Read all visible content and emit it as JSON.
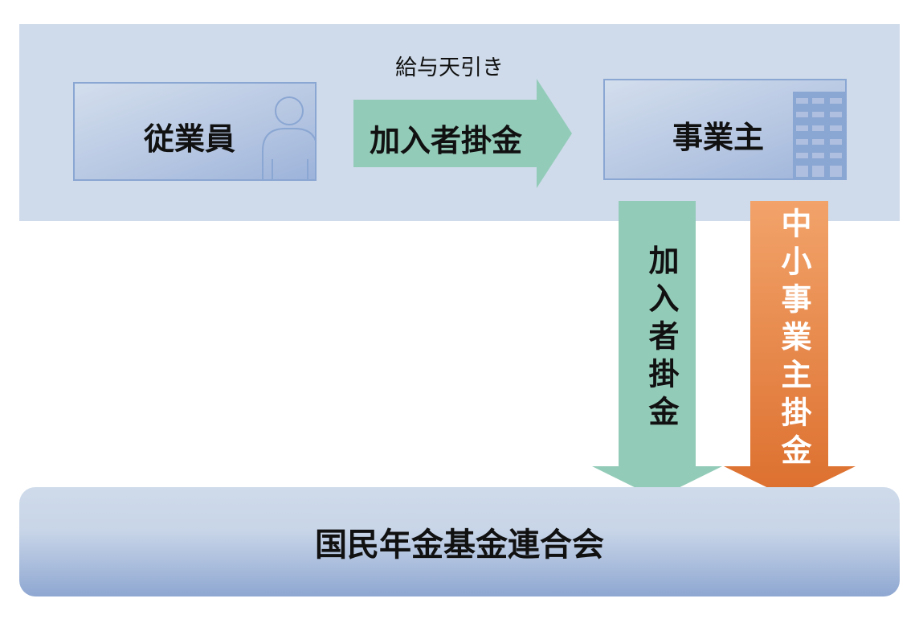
{
  "employee": {
    "label": "従業員",
    "icon": "person-icon"
  },
  "employer": {
    "label": "事業主",
    "icon": "building-icon"
  },
  "payroll_deduction_label": "給与天引き",
  "member_contribution_label": "加入者掛金",
  "member_contribution_vertical": "加入者掛金",
  "employer_contribution_label": "中小事業主掛金",
  "fund_label": "国民年金基金連合会",
  "colors": {
    "band": "#cfdbea",
    "green_arrow": "#93cbb9",
    "orange_arrow": "#e8884a",
    "employer_text": "#ffffff"
  }
}
